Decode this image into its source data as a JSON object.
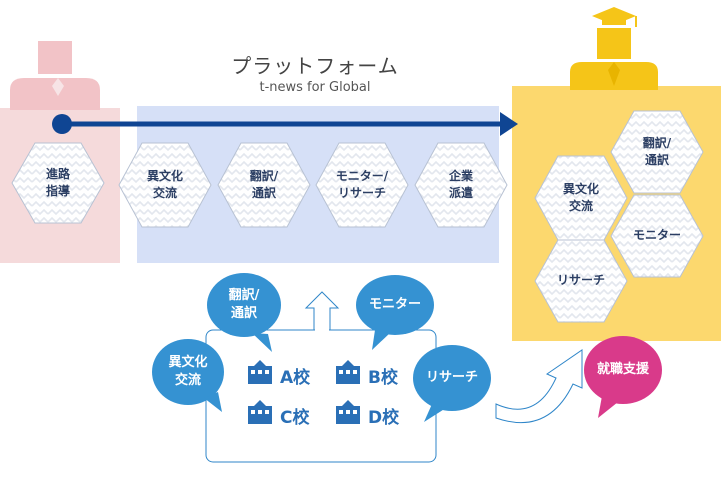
{
  "title": "プラットフォーム",
  "subtitle": "t-news for Global",
  "left_hex": {
    "label": "進路\n指導"
  },
  "platform_hexes": [
    {
      "id": "cultural",
      "label": "異文化\n交流"
    },
    {
      "id": "translation",
      "label": "翻訳/\n通訳"
    },
    {
      "id": "monitor",
      "label": "モニター/\nリサーチ"
    },
    {
      "id": "dispatch",
      "label": "企業\n派遣"
    }
  ],
  "right_hexes": [
    {
      "id": "translation",
      "label": "翻訳/\n通訳"
    },
    {
      "id": "cultural",
      "label": "異文化\n交流"
    },
    {
      "id": "monitor",
      "label": "モニター"
    },
    {
      "id": "research",
      "label": "リサーチ"
    }
  ],
  "bubbles": [
    {
      "id": "translation",
      "label": "翻訳/\n通訳"
    },
    {
      "id": "monitor",
      "label": "モニター"
    },
    {
      "id": "cultural",
      "label": "異文化\n交流"
    },
    {
      "id": "research",
      "label": "リサーチ"
    }
  ],
  "schools": [
    "A校",
    "B校",
    "C校",
    "D校"
  ],
  "job_support": "就職支援",
  "colors": {
    "pink": "#f5dadb",
    "pink_figure": "#f2c3c7",
    "blue_band": "#d6e0f7",
    "yellow": "#fcd86e",
    "gold_figure": "#f5c518",
    "arrow": "#0f4593",
    "bubble": "#3592d2",
    "magenta": "#d93a8a"
  }
}
